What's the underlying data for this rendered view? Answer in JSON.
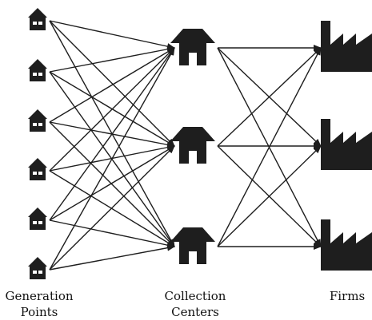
{
  "colors": {
    "ink": "#1e1e1e",
    "background": "#ffffff"
  },
  "labels": {
    "generation": [
      "Generation",
      "Points"
    ],
    "collection": [
      "Collection",
      "Centers"
    ],
    "firms": [
      "Firms"
    ]
  },
  "nodes": {
    "generation_points": 6,
    "collection_centers": 3,
    "firms": 3
  },
  "icons": {
    "generation": "small-house-icon",
    "collection": "warehouse-icon",
    "firm": "factory-icon"
  }
}
